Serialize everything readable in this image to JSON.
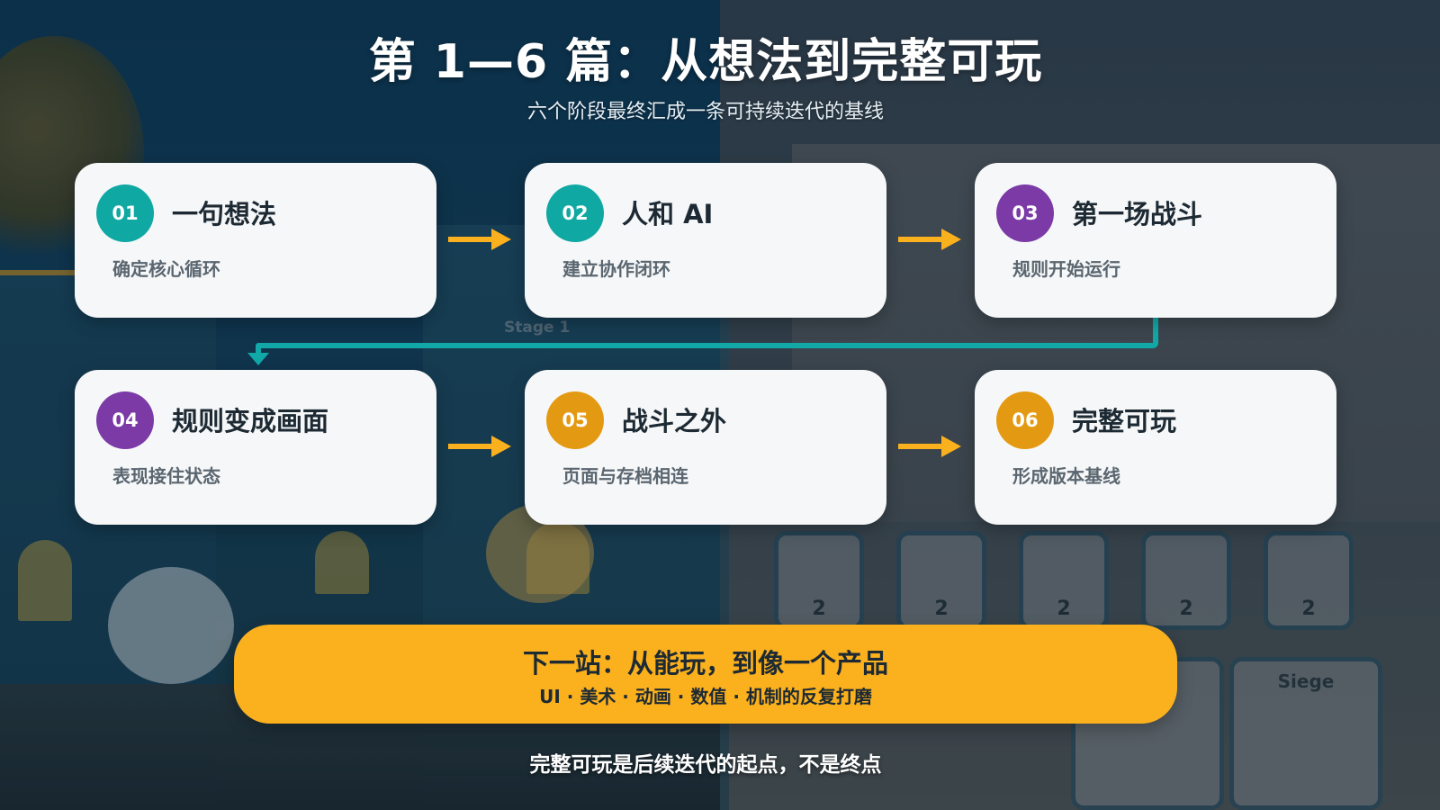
{
  "header": {
    "title": "第 1—6 篇：从想法到完整可玩",
    "subtitle": "六个阶段最终汇成一条可持续迭代的基线"
  },
  "steps": [
    {
      "number": "01",
      "title": "一句想法",
      "description": "确定核心循环",
      "color": "#0fa8a3"
    },
    {
      "number": "02",
      "title": "人和 AI",
      "description": "建立协作闭环",
      "color": "#0fa8a3"
    },
    {
      "number": "03",
      "title": "第一场战斗",
      "description": "规则开始运行",
      "color": "#7b3aa6"
    },
    {
      "number": "04",
      "title": "规则变成画面",
      "description": "表现接住状态",
      "color": "#7b3aa6"
    },
    {
      "number": "05",
      "title": "战斗之外",
      "description": "页面与存档相连",
      "color": "#e39a12"
    },
    {
      "number": "06",
      "title": "完整可玩",
      "description": "形成版本基线",
      "color": "#e39a12"
    }
  ],
  "colors": {
    "arrow": "#fbb01e",
    "connector": "#12a8a8",
    "banner": "#fbb01e"
  },
  "next_stop": {
    "title": "下一站：从能玩，到像一个产品",
    "subtitle": "UI · 美术 · 动画 · 数值 · 机制的反复打磨"
  },
  "footer": "完整可玩是后续迭代的起点，不是终点",
  "background": {
    "stage_label": "Stage 1",
    "card_counts": [
      "2",
      "2",
      "2",
      "2",
      "2"
    ],
    "big_card_label": "Siege"
  }
}
